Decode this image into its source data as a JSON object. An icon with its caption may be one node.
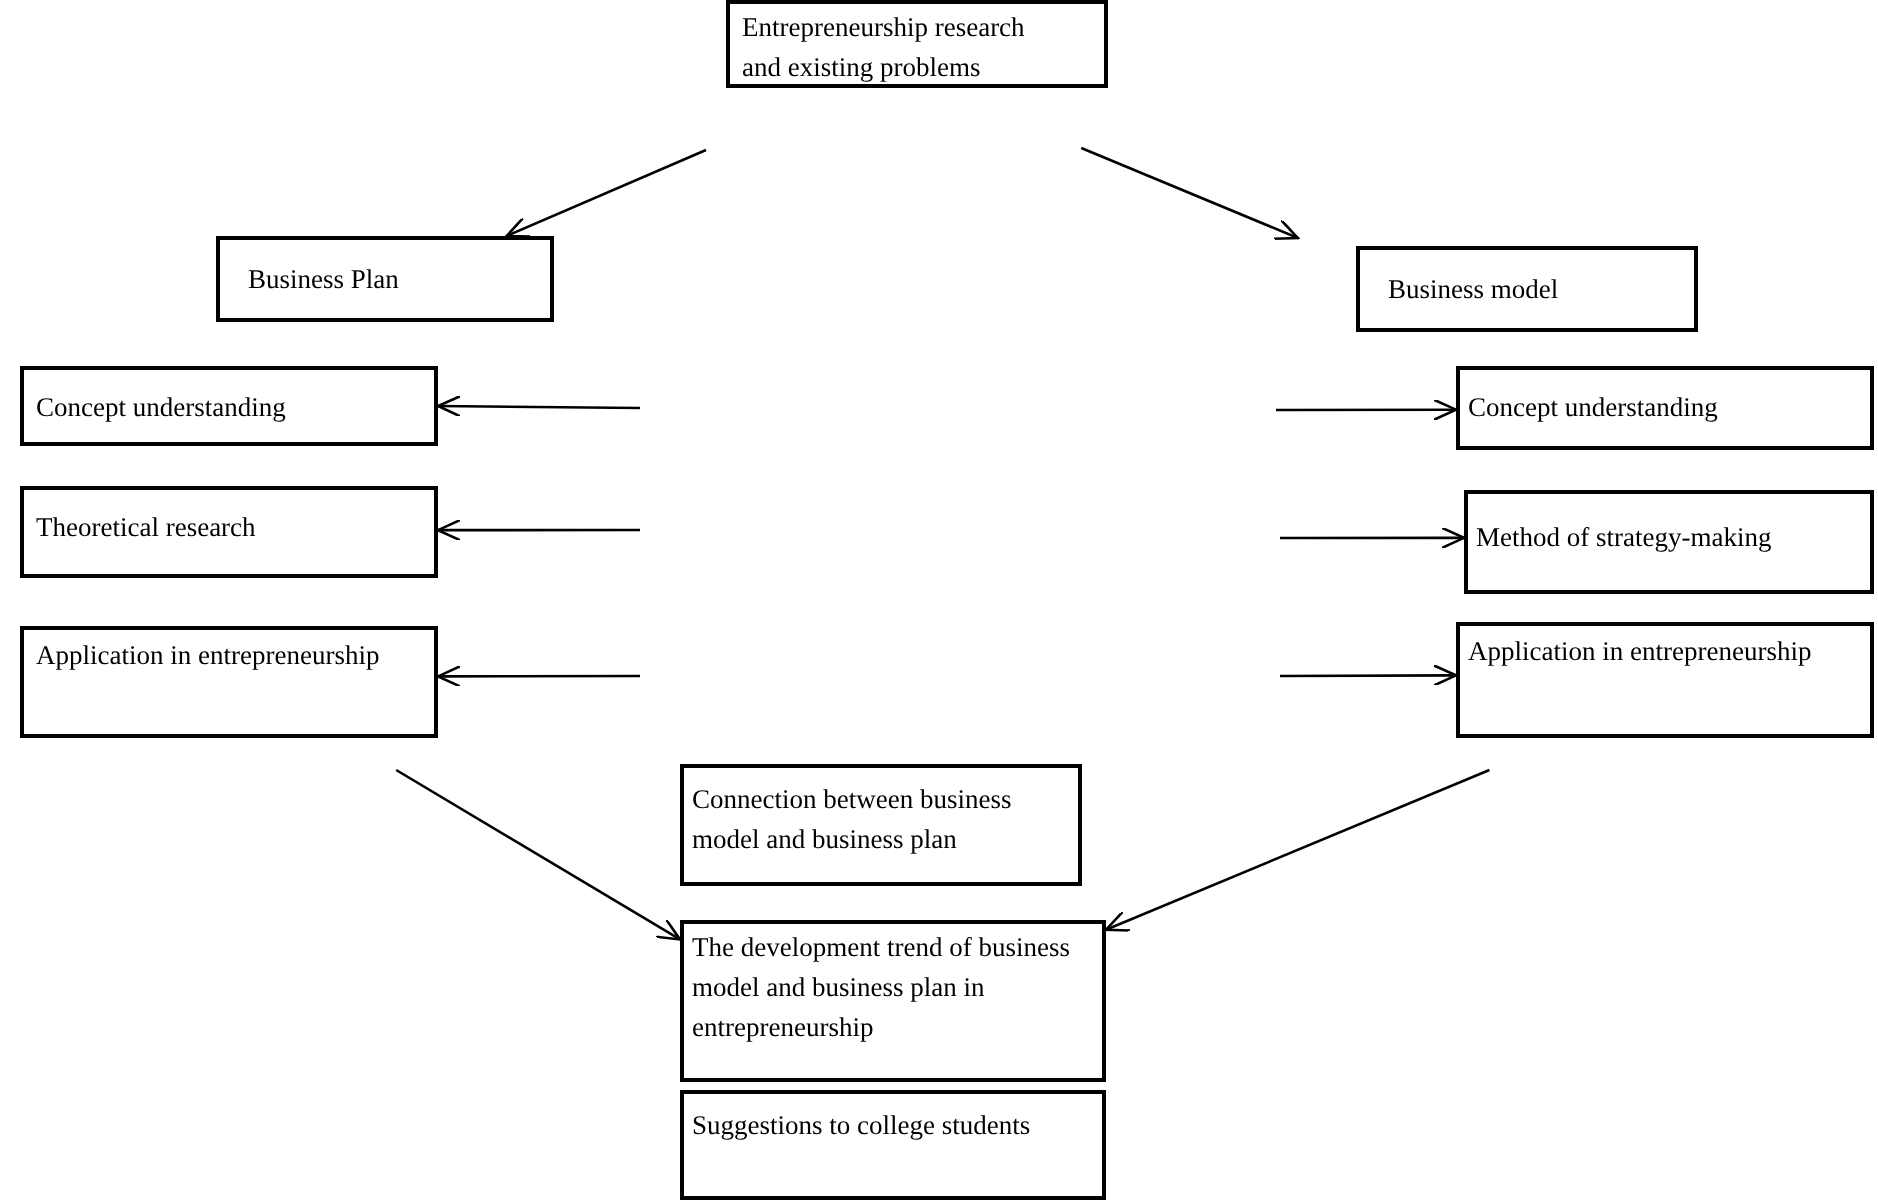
{
  "diagram": {
    "nodes": [
      {
        "text": [
          "Entrepreneurship research and existing problems"
        ]
      },
      {
        "text": [
          "Business Plan"
        ]
      },
      {
        "text": [
          "Business model"
        ]
      },
      {
        "text": [
          "Concept understanding"
        ]
      },
      {
        "text": [
          "Theoretical research"
        ]
      },
      {
        "text": [
          "Application in entrepreneurship"
        ]
      },
      {
        "text": [
          "Concept understanding"
        ]
      },
      {
        "text": [
          "Method of strategy-making"
        ]
      },
      {
        "text": [
          "Application in entrepreneurship"
        ]
      },
      {
        "text": [
          "Connection between business model and business plan"
        ]
      },
      {
        "text": [
          "The development trend of business model and business plan in entrepreneurship"
        ]
      },
      {
        "text": [
          "Suggestions to college students"
        ]
      }
    ],
    "edges": [
      {
        "from": 0,
        "to": 1,
        "arrow": "to"
      },
      {
        "from": 0,
        "to": 2,
        "arrow": "to"
      },
      {
        "from": null,
        "to": 3,
        "arrow": "to"
      },
      {
        "from": null,
        "to": 4,
        "arrow": "to"
      },
      {
        "from": null,
        "to": 5,
        "arrow": "to"
      },
      {
        "from": null,
        "to": 6,
        "arrow": "to"
      },
      {
        "from": null,
        "to": 7,
        "arrow": "to"
      },
      {
        "from": null,
        "to": 8,
        "arrow": "to"
      },
      {
        "from": 5,
        "to": 10,
        "arrow": "to"
      },
      {
        "from": 8,
        "to": 10,
        "arrow": "to"
      }
    ]
  }
}
